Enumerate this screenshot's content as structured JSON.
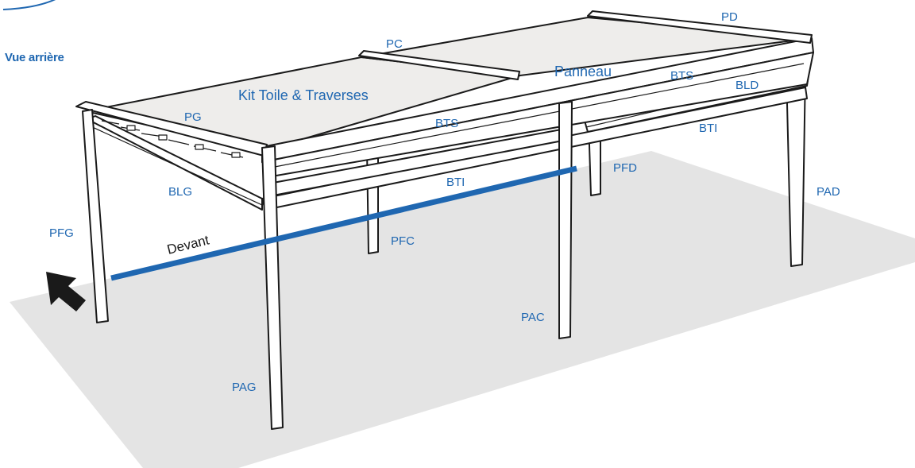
{
  "view_title": "Vue arrière",
  "labels": {
    "PD": "PD",
    "PC": "PC",
    "Panneau": "Panneau",
    "BTS_right": "BTS",
    "BLD": "BLD",
    "Kit": "Kit Toile & Traverses",
    "PG": "PG",
    "BTS_center": "BTS",
    "BTI_right": "BTI",
    "PFD": "PFD",
    "BTI_center": "BTI",
    "BLG": "BLG",
    "PAD": "PAD",
    "PFG": "PFG",
    "Devant": "Devant",
    "PFC": "PFC",
    "PAC": "PAC",
    "PAG": "PAG"
  },
  "colors": {
    "accent": "#1f67b1",
    "floor": "#e4e4e4",
    "roof_fill": "#eeedeb",
    "outline": "#1a1a1a"
  },
  "icons": {
    "arrow": "front-direction-arrow-icon"
  }
}
